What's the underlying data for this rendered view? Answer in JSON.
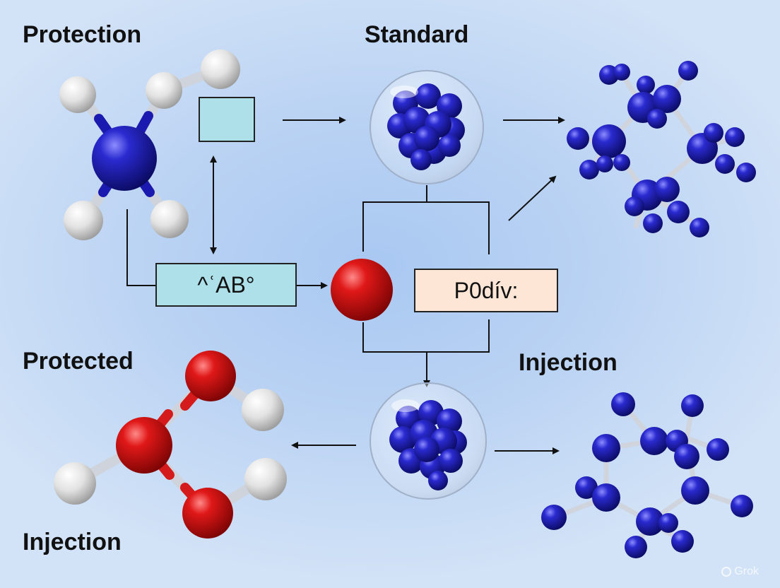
{
  "labels": {
    "protection": "Protection",
    "standard": "Standard",
    "protected": "Protected",
    "injection_right": "Injection",
    "injection_bottom": "Injection"
  },
  "boxes": {
    "ab_box": "^ʿAB°",
    "podiv_box": "P0dív:"
  },
  "watermark": "Grok",
  "colors": {
    "background": "#b9d2f3",
    "blue_atom": "#1a1ab0",
    "white_atom": "#e6e6e6",
    "red_atom": "#d41a1a",
    "box_blue": "#aee0ea",
    "box_peach": "#fde6d6",
    "line": "#111111"
  }
}
